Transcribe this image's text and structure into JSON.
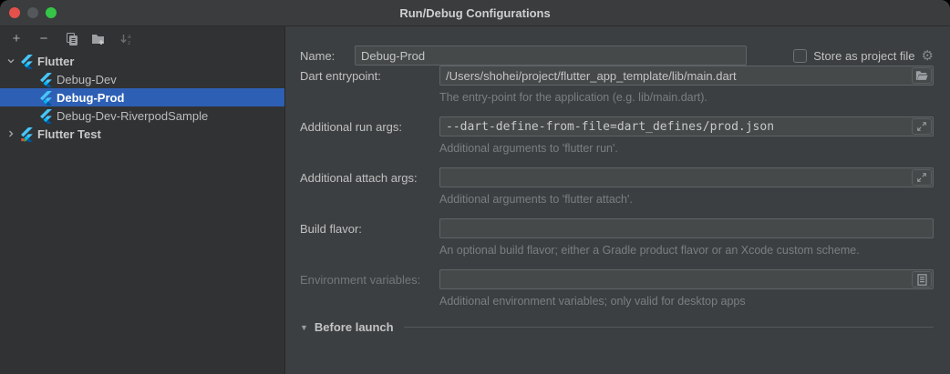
{
  "window": {
    "title": "Run/Debug Configurations"
  },
  "titlebar": {
    "buttons": [
      "close",
      "minimize-disabled",
      "zoom"
    ]
  },
  "toolbar": {
    "add_glyph": "+",
    "remove_glyph": "−",
    "buttons": [
      {
        "name": "add"
      },
      {
        "name": "remove"
      },
      {
        "name": "copy-configuration"
      },
      {
        "name": "new-folder"
      },
      {
        "name": "sort-configurations",
        "disabled": true
      }
    ]
  },
  "tree": {
    "items": [
      {
        "label": "Flutter",
        "kind": "group",
        "state": "expanded",
        "icon": "flutter"
      },
      {
        "label": "Debug-Dev",
        "kind": "configuration",
        "icon": "flutter"
      },
      {
        "label": "Debug-Prod",
        "kind": "configuration",
        "icon": "flutter",
        "selected": true
      },
      {
        "label": "Debug-Dev-RiverpodSample",
        "kind": "configuration",
        "icon": "flutter"
      },
      {
        "label": "Flutter Test",
        "kind": "group",
        "state": "collapsed",
        "icon": "flutter-test"
      }
    ]
  },
  "form": {
    "name_label": "Name:",
    "name_value": "Debug-Prod",
    "store_checkbox_label": "Store as project file",
    "store_checkbox_checked": false,
    "rows": [
      {
        "label": "Dart entrypoint:",
        "value": "/Users/shohei/project/flutter_app_template/lib/main.dart",
        "hint": "The entry-point for the application (e.g. lib/main.dart).",
        "trailing_icon": "open-folder"
      },
      {
        "label": "Additional run args:",
        "value": "--dart-define-from-file=dart_defines/prod.json",
        "hint": "Additional arguments to 'flutter run'.",
        "trailing_icon": "expand",
        "monospace": true
      },
      {
        "label": "Additional attach args:",
        "value": "",
        "hint": "Additional arguments to 'flutter attach'.",
        "trailing_icon": "expand"
      },
      {
        "label": "Build flavor:",
        "value": "",
        "hint": "An optional build flavor; either a Gradle product flavor or an Xcode custom scheme.",
        "trailing_icon": null
      },
      {
        "label": "Environment variables:",
        "value": "",
        "hint": "Additional environment variables; only valid for desktop apps",
        "trailing_icon": "browse-list",
        "disabled": true
      }
    ],
    "before_launch_label": "Before launch"
  },
  "colors": {
    "selection_blue": "#2d60b5",
    "flutter_light_blue": "#47C5FB",
    "flutter_mid_blue": "#00B5F8",
    "flutter_dark_blue": "#00569E",
    "main_bg": "#3c3f41",
    "sidebar_bg": "#303234",
    "field_bg": "#45494a",
    "hint_text": "#7b7e80"
  }
}
